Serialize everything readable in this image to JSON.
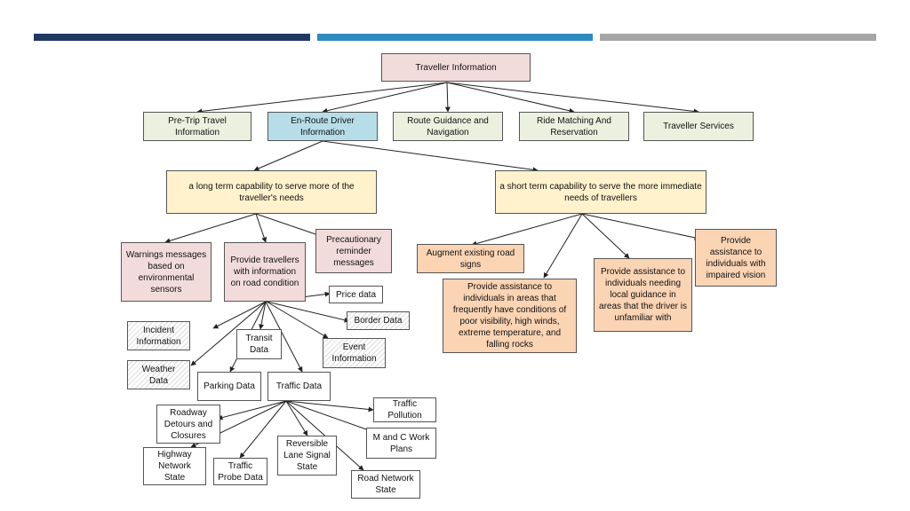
{
  "colors": {
    "bar_dark": "#1f3864",
    "bar_mid": "#2e8bc0",
    "bar_light": "#a6a6a6",
    "root_fill": "#f2dcdb",
    "category_fill": "#ebf1de",
    "selected_fill": "#b7dee8",
    "capability_fill": "#fff2cc",
    "assist_fill": "#fbd4b4"
  },
  "nodes": {
    "root": "Traveller Information",
    "pretrip": "Pre-Trip Travel Information",
    "enroute": "En-Route Driver Information",
    "route": "Route Guidance and Navigation",
    "ride": "Ride Matching And Reservation",
    "services": "Traveller Services",
    "longterm": "a long term capability to serve more of the traveller's needs",
    "shortterm": "a short term capability to serve the more immediate needs of travellers",
    "warnings": "Warnings messages based on environmental sensors",
    "provide": "Provide travellers with information on road condition",
    "precaution": "Precautionary reminder messages",
    "augment": "Augment existing road signs",
    "assist_areas": "Provide assistance to individuals in areas that frequently have conditions of poor visibility, high winds, extreme temperature, and falling rocks",
    "assist_guidance": "Provide assistance to individuals needing local guidance in areas that the driver is unfamiliar with",
    "assist_vision": "Provide assistance to individuals with impaired vision",
    "price": "Price data",
    "incident": "Incident Information",
    "transit": "Transit Data",
    "border": "Border Data",
    "event": "Event Information",
    "weather": "Weather Data",
    "parking": "Parking Data",
    "traffic": "Traffic Data",
    "detours": "Roadway Detours and Closures",
    "pollution": "Traffic Pollution",
    "mcwork": "M and C Work Plans",
    "highway": "Highway Network State",
    "probe": "Traffic Probe Data",
    "reversible": "Reversible Lane Signal State",
    "roadnet": "Road Network State"
  }
}
